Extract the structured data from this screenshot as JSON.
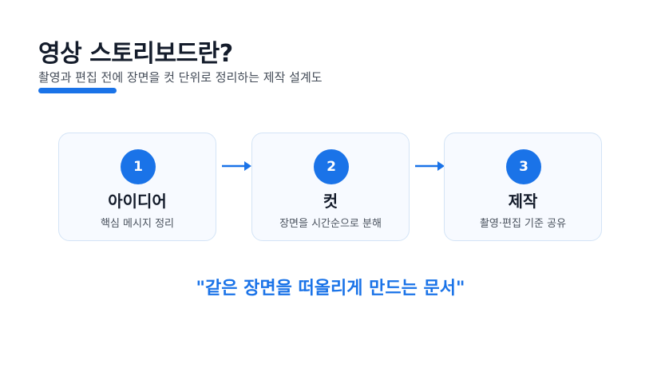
{
  "slide": {
    "title": "영상 스토리보드란?",
    "subtitle": "촬영과 편집 전에 장면을 컷 단위로 정리하는 제작 설계도",
    "accent_color": "#1a73e8",
    "steps": [
      {
        "number": "1",
        "title": "아이디어",
        "description": "핵심 메시지 정리"
      },
      {
        "number": "2",
        "title": "컷",
        "description": "장면을 시간순으로 분해"
      },
      {
        "number": "3",
        "title": "제작",
        "description": "촬영·편집 기준 공유"
      }
    ],
    "arrow_icon": "right-arrow-icon",
    "tagline": "\"같은 장면을 떠올리게 만드는 문서\""
  }
}
